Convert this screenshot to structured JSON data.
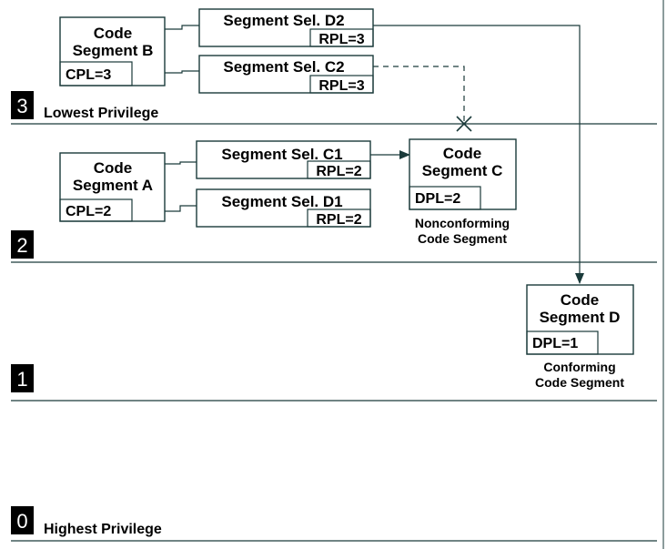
{
  "levels": [
    {
      "number": "3",
      "description": "Lowest Privilege"
    },
    {
      "number": "2",
      "description": ""
    },
    {
      "number": "1",
      "description": ""
    },
    {
      "number": "0",
      "description": "Highest Privilege"
    }
  ],
  "code_segments": {
    "b": {
      "title_line1": "Code",
      "title_line2": "Segment B",
      "privilege": "CPL=3"
    },
    "a": {
      "title_line1": "Code",
      "title_line2": "Segment A",
      "privilege": "CPL=2"
    },
    "c": {
      "title_line1": "Code",
      "title_line2": "Segment C",
      "privilege": "DPL=2",
      "caption_line1": "Nonconforming",
      "caption_line2": "Code Segment"
    },
    "d": {
      "title_line1": "Code",
      "title_line2": "Segment D",
      "privilege": "DPL=1",
      "caption_line1": "Conforming",
      "caption_line2": "Code Segment"
    }
  },
  "selectors": {
    "d2": {
      "label": "Segment Sel. D2",
      "rpl": "RPL=3"
    },
    "c2": {
      "label": "Segment Sel. C2",
      "rpl": "RPL=3"
    },
    "c1": {
      "label": "Segment Sel. C1",
      "rpl": "RPL=2"
    },
    "d1": {
      "label": "Segment Sel. D1",
      "rpl": "RPL=2"
    }
  },
  "colors": {
    "line": "#1a3a3a",
    "text": "#000000",
    "badge": "#000000"
  }
}
